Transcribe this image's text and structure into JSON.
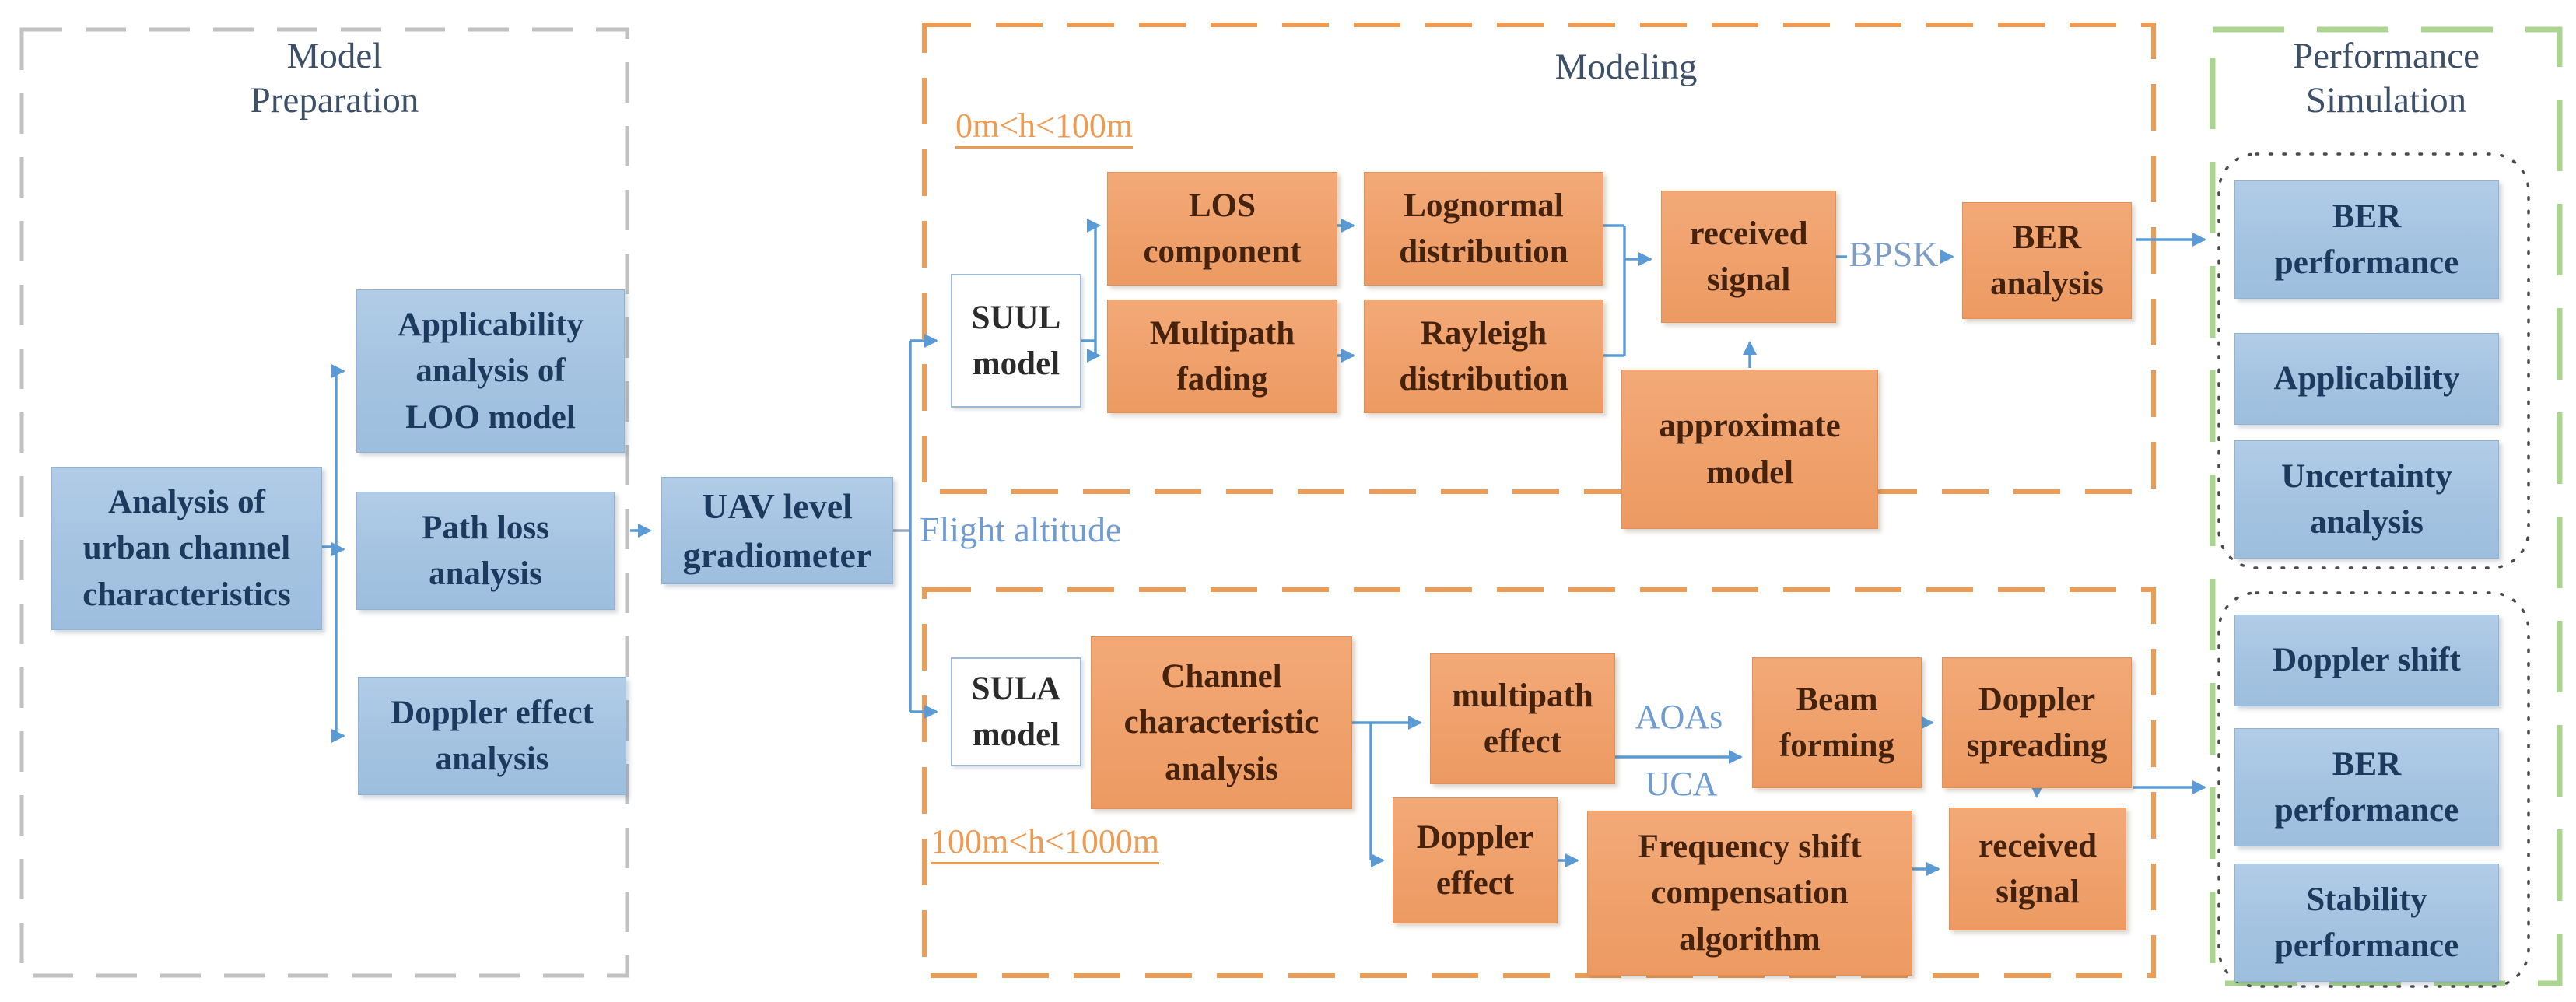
{
  "accent_colors": {
    "blue_box_fill": "#a6c5e2",
    "orange_box_fill": "#efa06a",
    "connector_blue": "#5b9bd5",
    "section_gray_border": "#c2c2c2",
    "section_orange_border": "#ee9b53",
    "section_green_border": "#abd48f",
    "navy_text": "#1c3a5e",
    "brown_text": "#45220d",
    "orange_label_text": "#ed9a52",
    "blue_label_text": "#6f9bd1"
  },
  "model_preparation": {
    "title": "Model\nPreparation",
    "analysis_box": "Analysis of\nurban channel\ncharacteristics",
    "applicability_box": "Applicability\nanalysis of\nLOO model",
    "path_loss_box": "Path loss\nanalysis",
    "doppler_box": "Doppler effect\nanalysis"
  },
  "gradiometer_box": "UAV level\ngradiometer",
  "modeling": {
    "title": "Modeling",
    "flight_altitude_label": "Flight altitude",
    "low_altitude": {
      "range_label": "0m<h<100m",
      "suul_box": "SUUL\nmodel",
      "los_box": "LOS\ncomponent",
      "multipath_fading_box": "Multipath\nfading",
      "lognormal_box": "Lognormal\ndistribution",
      "rayleigh_box": "Rayleigh\ndistribution",
      "received_signal_box": "received\nsignal",
      "approximate_box": "approximate\nmodel",
      "bpsk_label": "BPSK",
      "ber_analysis_box": "BER\nanalysis"
    },
    "high_altitude": {
      "range_label": "100m<h<1000m",
      "sula_box": "SULA\nmodel",
      "channel_box": "Channel\ncharacteristic\nanalysis",
      "multipath_effect_box": "multipath\neffect",
      "aoas_label": "AOAs",
      "uca_label": "UCA",
      "beam_forming_box": "Beam\nforming",
      "doppler_spreading_box": "Doppler\nspreading",
      "doppler_effect_box": "Doppler\neffect",
      "frequency_box": "Frequency shift\ncompensation\nalgorithm",
      "received_signal_box": "received\nsignal"
    }
  },
  "performance": {
    "title": "Performance\nSimulation",
    "group1": [
      "BER\nperformance",
      "Applicability",
      "Uncertainty\nanalysis"
    ],
    "group2": [
      "Doppler shift",
      "BER\nperformance",
      "Stability\nperformance"
    ]
  }
}
